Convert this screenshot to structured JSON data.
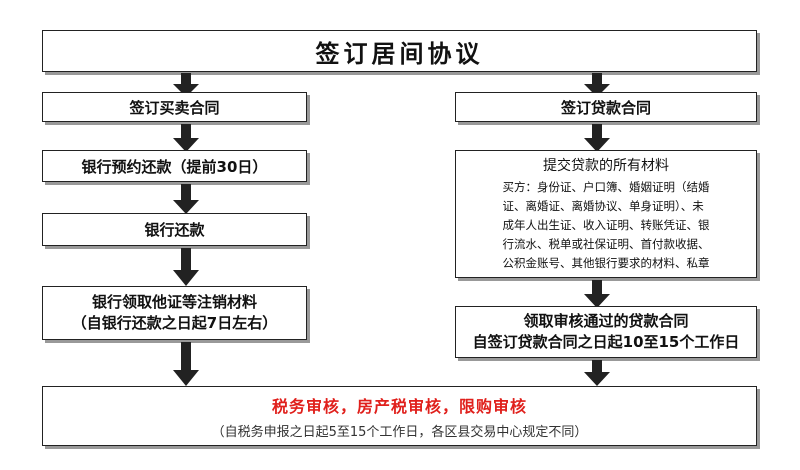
{
  "title": "签订居间协议",
  "left_steps": [
    "签订买卖合同",
    "银行预约还款（提前30日）",
    "银行还款",
    "银行领取他证等注销材料",
    "（自银行还款之日起7日左右）"
  ],
  "right_steps": {
    "loan_contract": "签订贷款合同",
    "materials_title": "提交贷款的所有材料",
    "materials_lines": [
      "买方：身份证、户口簿、婚姻证明（结婚",
      "证、离婚证、离婚协议、单身证明）、未",
      "成年人出生证、收入证明、转账凭证、银",
      "行流水、税单或社保证明、首付款收据、",
      "公积金账号、其他银行要求的材料、私章"
    ],
    "approval_line1": "领取审核通过的贷款合同",
    "approval_line2": "自签订贷款合同之日起10至15个工作日"
  },
  "final": {
    "main": "税务审核，房产税审核，限购审核",
    "note": "（自税务申报之日起5至15个工作日，各区县交易中心规定不同）"
  },
  "colors": {
    "highlight": "#e0201c",
    "border": "#222222",
    "arrow": "#222222"
  }
}
